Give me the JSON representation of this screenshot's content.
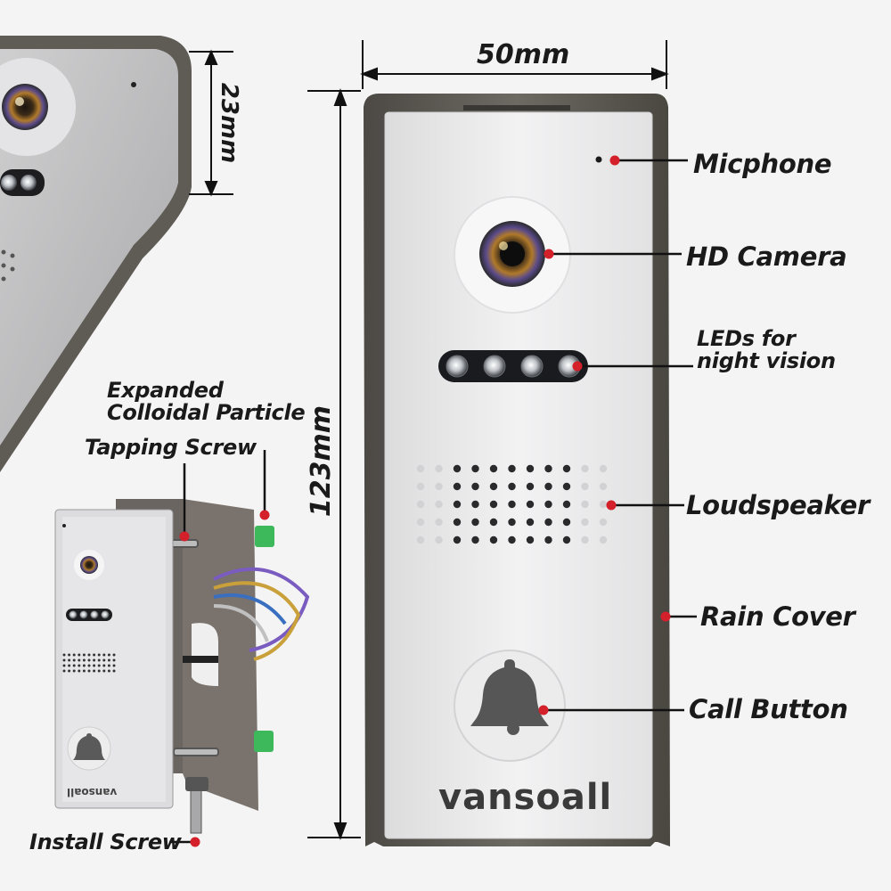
{
  "dimensions": {
    "width": "50mm",
    "height": "123mm",
    "depth": "23mm"
  },
  "brand": "vansoall",
  "brand_inverted": "vansoall",
  "callouts": {
    "microphone": "Micphone",
    "camera": "HD Camera",
    "leds_line1": "LEDs for",
    "leds_line2": "night vision",
    "speaker": "Loudspeaker",
    "rain_cover": "Rain Cover",
    "call_button": "Call Button",
    "colloidal_line1": "Expanded",
    "colloidal_line2": "Colloidal Particle",
    "tapping_screw": "Tapping Screw",
    "install_screw": "Install Screw"
  },
  "colors": {
    "panel": "#e9e9ea",
    "frame": "#5e5a55",
    "dot": "#d3202a",
    "text": "#1a1a1a"
  }
}
